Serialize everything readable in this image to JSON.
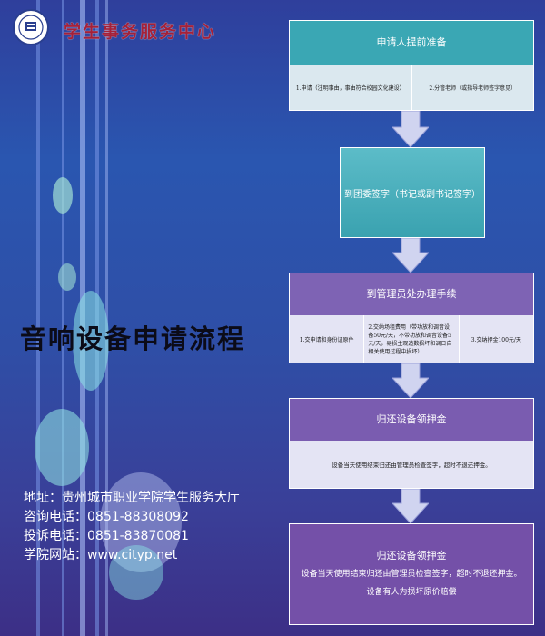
{
  "header": {
    "center_name": "学生事务服务中心",
    "logo_icon": "university-emblem-icon"
  },
  "title": "音响设备申请流程",
  "contact": {
    "address": "地址：贵州城市职业学院学生服务大厅",
    "inquiry_phone": "咨询电话：0851-88308092",
    "complaint_phone": "投诉电话：0851-83870081",
    "website": "学院网站：www.cityp.net"
  },
  "flow": {
    "step1": {
      "title": "申请人提前准备",
      "items": [
        "1.申请（注明事由，事由符合校园文化建设）",
        "2.分管老师（或指导老师签字意见）"
      ]
    },
    "step2": {
      "title": "到团委签字（书记或副书记签字）"
    },
    "step3": {
      "title": "到管理员处办理手续",
      "items": [
        "1.交申请和身份证原件",
        "2.交纳场租费用（带功放和调音设备50元/天，不带功放和调音设备5元/天，易损主观造数损坏和调日自相关使用过程中损坏）",
        "3.交纳押金100元/天"
      ]
    },
    "step4": {
      "title": "归还设备领押金",
      "note": "设备当天使用结束归还由管理员检查签字，超时不退还押金。"
    },
    "step5": {
      "title": "归还设备领押金",
      "line2": "设备当天使用结束归还由管理员检查签字，超时不退还押金。",
      "line3": "设备有人为损坏原价赔偿"
    }
  },
  "colors": {
    "teal": "#3aa7b4",
    "teal_light": "#5cbcc8",
    "purple": "#7e63b4",
    "purple_dark": "#7450a8",
    "arrow": "#d0d4f0"
  }
}
